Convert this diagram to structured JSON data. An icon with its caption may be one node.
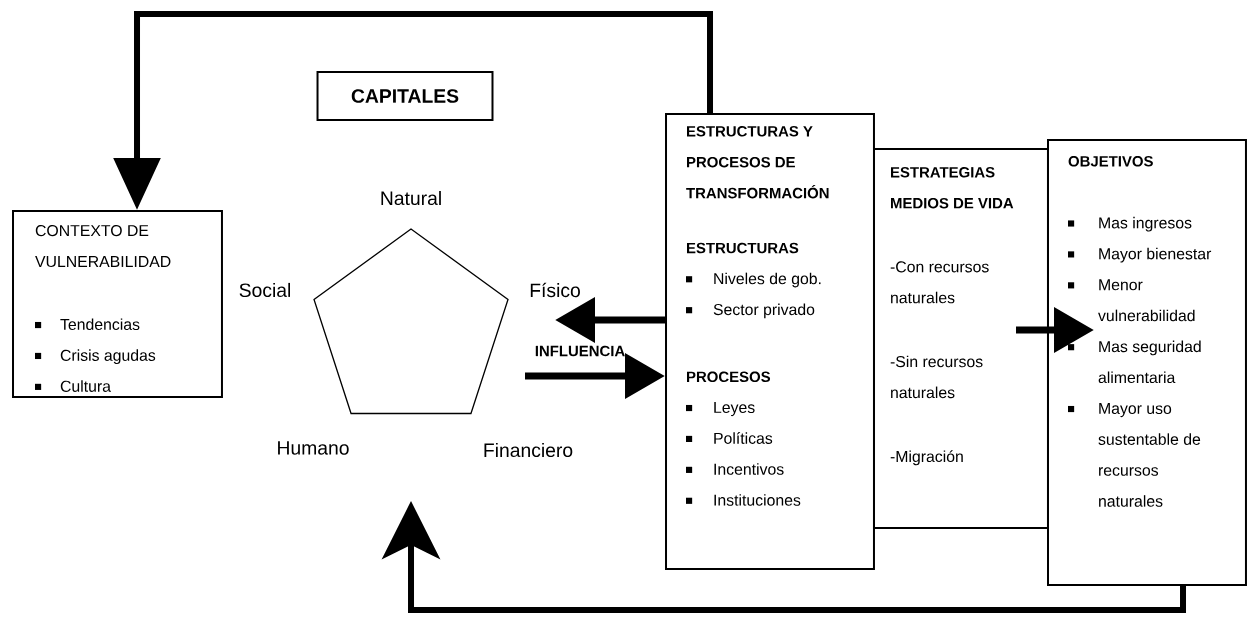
{
  "diagram": {
    "nodes": [
      {
        "text": [
          "CAPITALES"
        ]
      },
      {
        "text": [
          "CONTEXTO DE VULNERABILIDAD",
          "Tendencias",
          "Crisis agudas",
          "Cultura"
        ]
      },
      {
        "text": [],
        "shape": "pentagon",
        "beside": [
          "Natural",
          "Físico",
          "Financiero",
          "Humano",
          "Social"
        ]
      },
      {
        "text": [
          "ESTRUCTURAS Y PROCESOS DE TRANSFORMACIÓN",
          "ESTRUCTURAS",
          "Niveles de gob.",
          "Sector privado",
          "PROCESOS",
          "Leyes",
          "Políticas",
          "Incentivos",
          "Instituciones"
        ]
      },
      {
        "text": [
          "ESTRATEGIAS MEDIOS DE VIDA",
          "-Con recursos naturales",
          "-Sin recursos naturales",
          "-Migración"
        ]
      },
      {
        "text": [
          "OBJETIVOS",
          "Mas ingresos",
          "Mayor bienestar",
          "Menor vulnerabilidad",
          "Mas seguridad alimentaria",
          "Mayor uso sustentable de recursos naturales"
        ]
      }
    ],
    "edges": [
      {
        "from": 3,
        "to": 1,
        "arrow": "to"
      },
      {
        "from": 5,
        "to": 2,
        "arrow": "to"
      },
      {
        "from": 3,
        "to": 2,
        "arrow": "to"
      },
      {
        "from": 2,
        "to": 3,
        "arrow": "to"
      },
      {
        "from": 4,
        "to": 5,
        "arrow": "to"
      }
    ],
    "labels": [
      "INFLUENCIA"
    ]
  }
}
